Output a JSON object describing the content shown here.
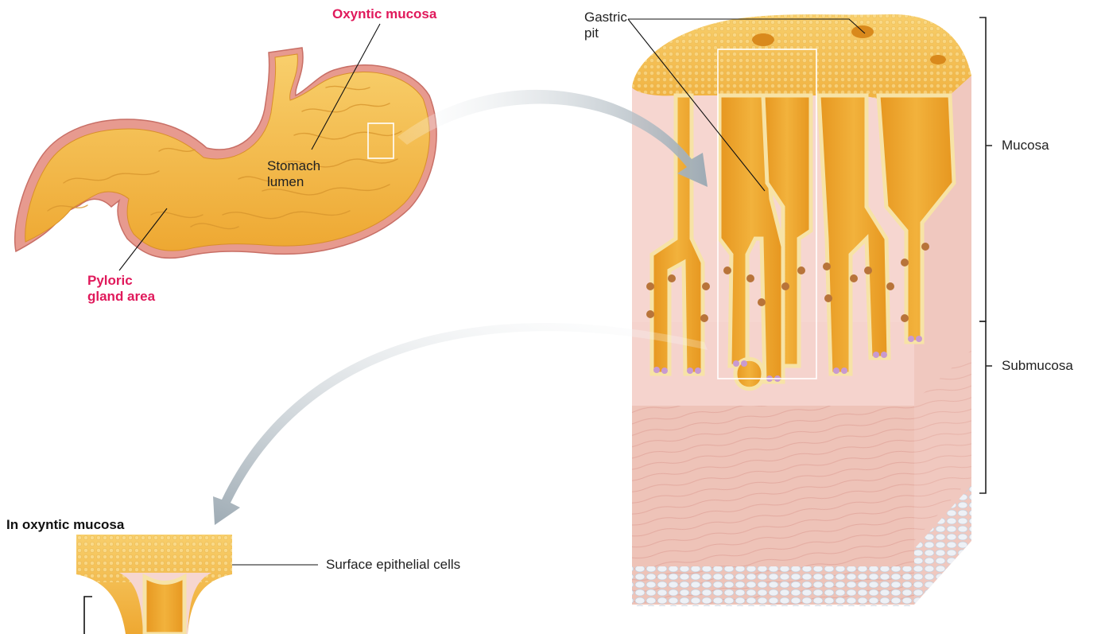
{
  "labels": {
    "oxyntic_mucosa": "Oxyntic mucosa",
    "stomach_lumen": [
      "Stomach",
      "lumen"
    ],
    "pyloric_gland_area": [
      "Pyloric",
      "gland area"
    ],
    "gastric_pit": [
      "Gastric",
      "pit"
    ],
    "mucosa": "Mucosa",
    "submucosa": "Submucosa",
    "in_oxyntic_mucosa": "In oxyntic mucosa",
    "surface_epithelial_cells": "Surface epithelial cells"
  },
  "colors": {
    "label_red": "#e0195b",
    "label_text": "#222222",
    "tissue_gold": "#f3b540",
    "tissue_light": "#f9d27a",
    "wall_pink": "#e79a8f",
    "submucosa_pink": "#f5d3cd",
    "muscle_pink": "#eec3b8",
    "arrow_gray": "#a9b4bc"
  }
}
